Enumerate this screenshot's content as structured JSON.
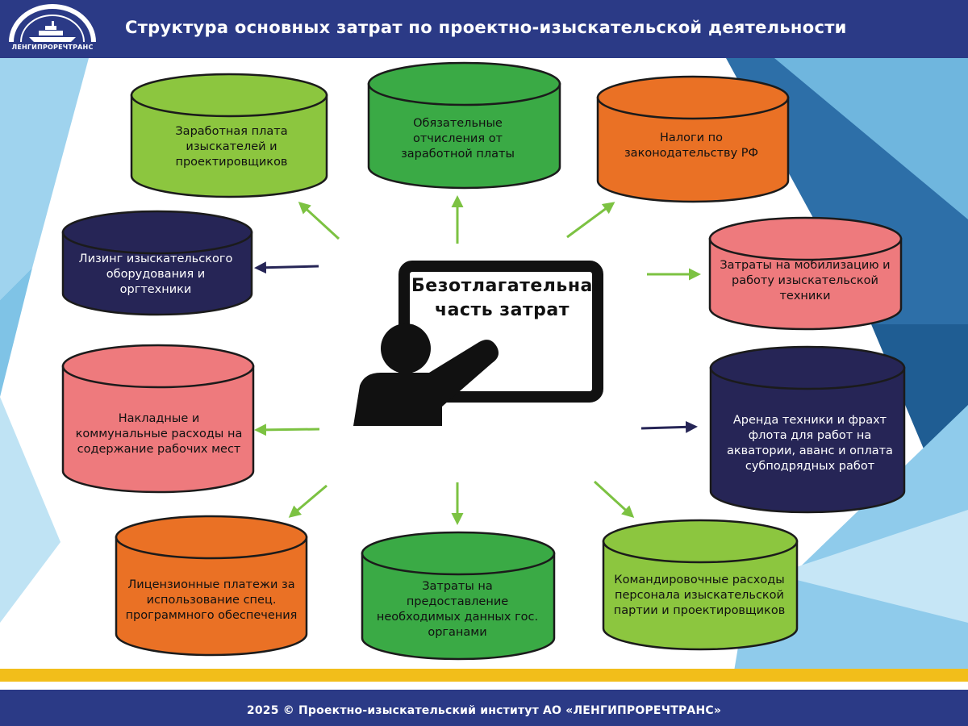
{
  "header": {
    "logo_text": "ЛЕНГИПРОРЕЧТРАНС",
    "title": "Структура основных затрат по проектно-изыскательской деятельности"
  },
  "center": {
    "line1": "Безотлагательная",
    "line2": "часть затрат",
    "icon": "presenter-at-board-icon"
  },
  "colors": {
    "header_blue": "#2b3a86",
    "light_green": "#8cc63f",
    "green": "#3aaa45",
    "orange": "#ea7125",
    "pink": "#ee7a7d",
    "navy": "#262556",
    "yellow": "#f2be1a"
  },
  "blocks": {
    "salary": "Заработная плата изыскателей и проектировщиков",
    "deductions": "Обязательные отчисления от заработной платы",
    "taxes": "Налоги по законодательству РФ",
    "leasing": "Лизинг изыскательского оборудования и оргтехники",
    "mobilization": "Затраты на мобилизацию и работу изыскательской техники",
    "overhead": "Накладные и коммунальные расходы на содержание рабочих мест",
    "rental": "Аренда техники и фрахт флота для работ на акватории, аванс и оплата субподрядных работ",
    "licenses": "Лицензионные платежи за использование спец. программного обеспечения",
    "state_data": "Затраты на предоставление необходимых данных гос. органами",
    "travel": "Командировочные расходы персонала изыскательской партии и проектировщиков"
  },
  "footer": {
    "text": "2025 © Проектно-изыскательский институт АО «ЛЕНГИПРОРЕЧТРАНС»"
  }
}
